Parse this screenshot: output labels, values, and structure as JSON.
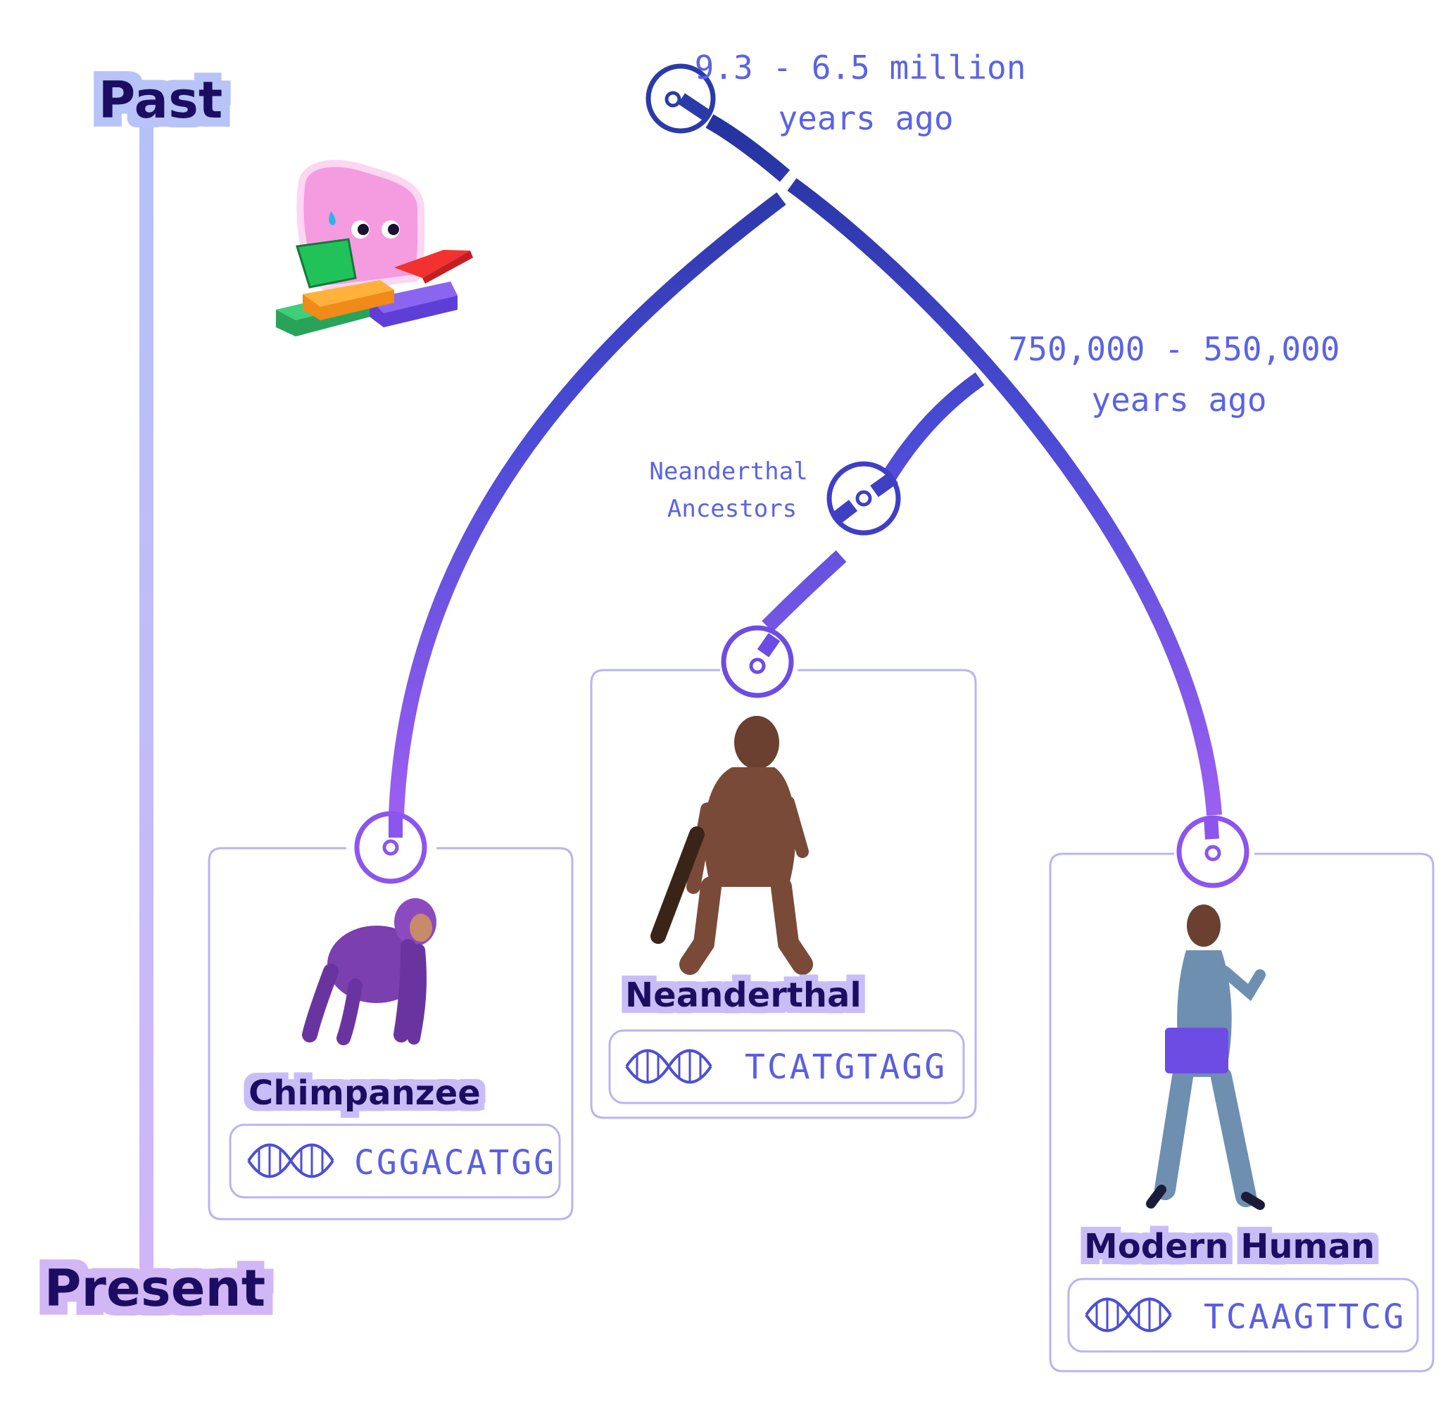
{
  "timeline": {
    "past_label": "Past",
    "present_label": "Present"
  },
  "dates": {
    "root": [
      "9.3 - 6.5 million",
      "years ago"
    ],
    "split": [
      "750,000 - 550,000",
      "years ago"
    ]
  },
  "ancestor_label": [
    "Neanderthal",
    "Ancestors"
  ],
  "species": [
    {
      "name": "Chimpanzee",
      "sequence": "CGGACATGG"
    },
    {
      "name": "Neanderthal",
      "sequence": "TCATGTAGG"
    },
    {
      "name": "Modern Human",
      "sequence": "TCAAGTTCG"
    }
  ],
  "colors": {
    "branch_top": "#2a3aa8",
    "branch_bottom": "#9b5cf0",
    "card_border": "#b9b4f2",
    "label_halo_past": "#b8c3f7",
    "label_halo_present": "#d2b7f6",
    "label_halo_name": "#d7c2fb",
    "date_text": "#5a63e6",
    "name_text": "#1f0f63"
  },
  "icons": [
    "node-icon",
    "dna-helix-icon",
    "reading-blob-mascot",
    "chimpanzee-illustration",
    "neanderthal-illustration",
    "modern-human-illustration"
  ]
}
